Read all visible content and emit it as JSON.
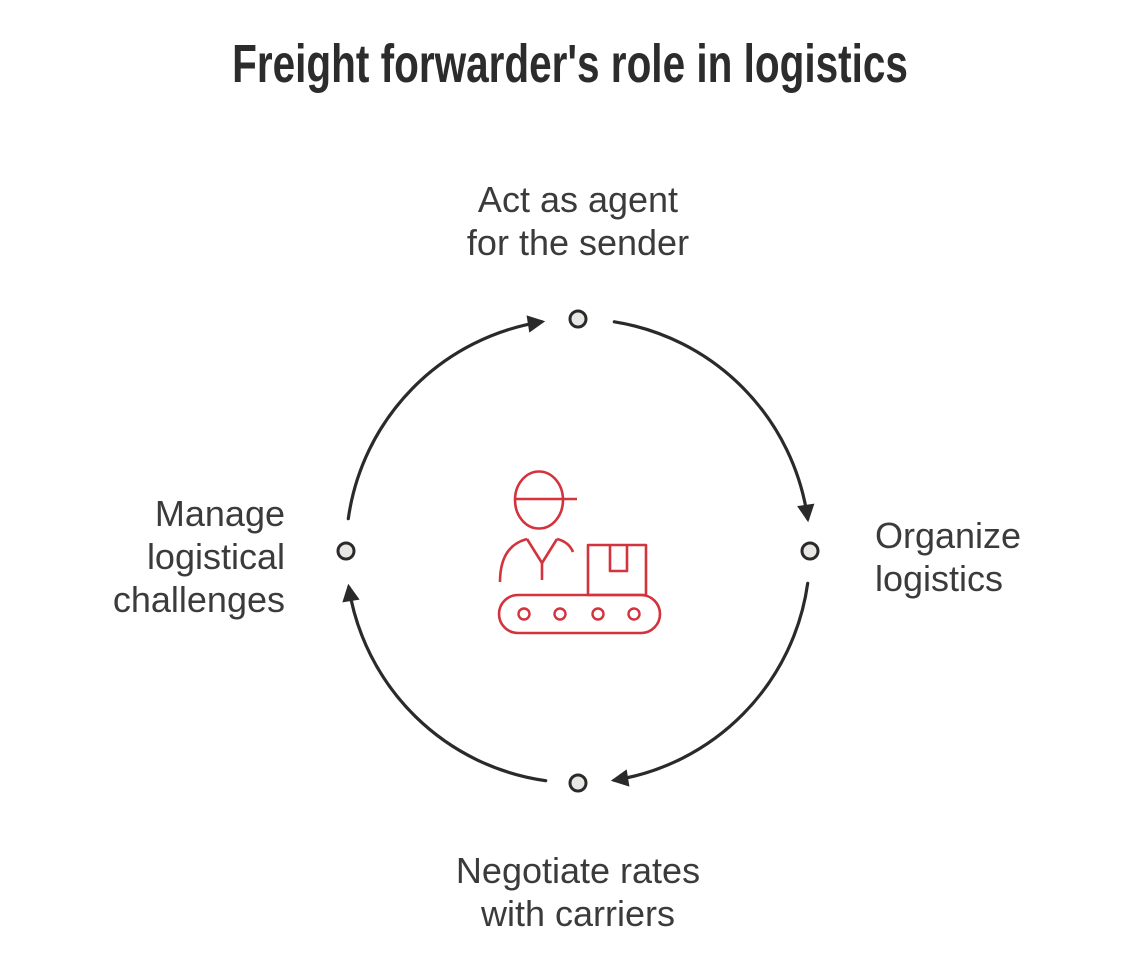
{
  "title": "Freight forwarder's role in logistics",
  "diagram": {
    "type": "cycle",
    "direction": "clockwise",
    "center_icon": "worker-with-box-on-conveyor",
    "nodes": [
      {
        "position": "top",
        "label": "Act as agent\nfor the sender"
      },
      {
        "position": "right",
        "label": "Organize\nlogistics"
      },
      {
        "position": "bottom",
        "label": "Negotiate rates\nwith carriers"
      },
      {
        "position": "left",
        "label": "Manage\nlogistical\nchallenges"
      }
    ]
  },
  "colors": {
    "background": "#ffffff",
    "title_text": "#2c2c2c",
    "label_text": "#3b3b3b",
    "arc_line": "#2a2a2a",
    "dot_fill": "#e9e7e4",
    "icon_red": "#d2333c"
  }
}
